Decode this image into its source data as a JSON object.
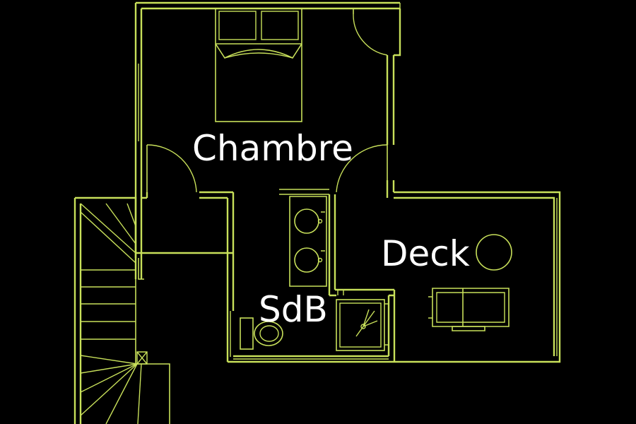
{
  "colors": {
    "background": "#000000",
    "line": "#c8e05a",
    "label": "#ffffff"
  },
  "rooms": {
    "bedroom": {
      "label": "Chambre"
    },
    "bathroom": {
      "label": "SdB"
    },
    "deck": {
      "label": "Deck"
    }
  },
  "fixtures": [
    "double-bed",
    "doors",
    "double-sink-vanity",
    "toilet",
    "shower",
    "round-table",
    "lounge-chair",
    "staircase"
  ]
}
